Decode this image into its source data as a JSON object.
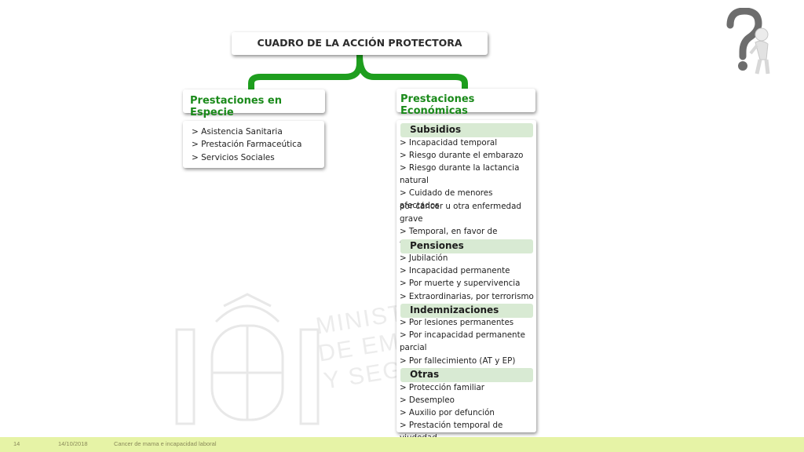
{
  "diagram": {
    "title": "CUADRO DE LA ACCIÓN PROTECTORA",
    "branches": {
      "especie": {
        "heading": "Prestaciones en Especie",
        "items": [
          "> Asistencia Sanitaria",
          "> Prestación Farmaceútica",
          "> Servicios Sociales"
        ]
      },
      "economicas": {
        "heading": "Prestaciones Económicas",
        "subsidios": {
          "label": "Subsidios",
          "items": [
            "> Incapacidad temporal",
            "> Riesgo durante el embarazo",
            "> Riesgo durante la lactancia",
            "natural",
            "> Cuidado de menores afectados",
            "por cáncer u otra enfermedad",
            "grave",
            "> Temporal, en favor de familiares"
          ]
        },
        "pensiones": {
          "label": "Pensiones",
          "items": [
            "> Jubilación",
            "> Incapacidad permanente",
            "> Por muerte y supervivencia",
            "> Extraordinarias, por terrorismo"
          ]
        },
        "indemnizaciones": {
          "label": "Indemnizaciones",
          "items": [
            "> Por lesiones permanentes",
            "> Por incapacidad permanente",
            "parcial",
            "> Por fallecimiento (AT y EP)"
          ]
        },
        "otras": {
          "label": "Otras",
          "items": [
            "> Protección familiar",
            "> Desempleo",
            "> Auxilio por defunción",
            "> Prestación temporal de viudedad"
          ]
        }
      }
    }
  },
  "watermark": {
    "lines": [
      "MINISTE",
      "DE EMP",
      "Y SEGU"
    ]
  },
  "footer": {
    "page": "14",
    "date": "14/10/2018",
    "text": "Cancer de mama e incapacidad laboral"
  },
  "colors": {
    "brace": "#1e9e1e",
    "heading": "#1a8a1a",
    "category_bg": "#d8ead3",
    "footer": "#e6f3a6"
  }
}
